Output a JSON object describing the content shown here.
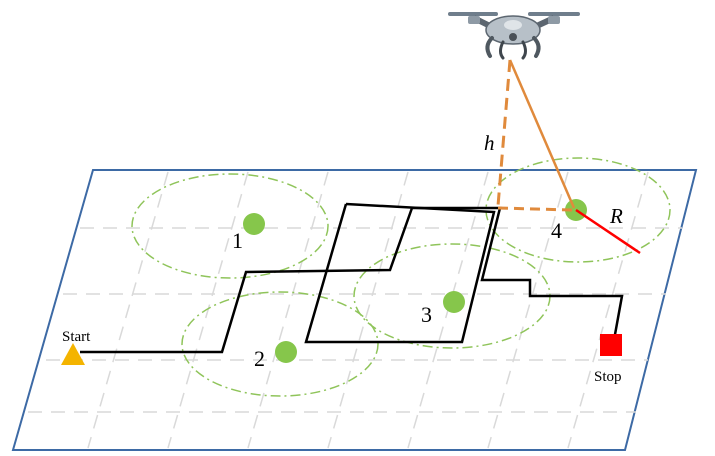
{
  "labels": {
    "start": "Start",
    "stop": "Stop",
    "height": "h",
    "radius": "R",
    "sensors": [
      "1",
      "2",
      "3",
      "4"
    ]
  },
  "colors": {
    "plane_border": "#3d6aa5",
    "grid": "#d9d9d9",
    "sensor_fill": "#86c64b",
    "coverage_circle": "#8fc45a",
    "path": "#000000",
    "drone_link": "#e08a3c",
    "radius_line": "#ff0000",
    "start_marker": "#f4b400",
    "stop_marker": "#ff0000"
  },
  "icons": {
    "drone": "quadcopter-drone-icon",
    "start": "triangle-marker-icon",
    "stop": "square-marker-icon"
  }
}
